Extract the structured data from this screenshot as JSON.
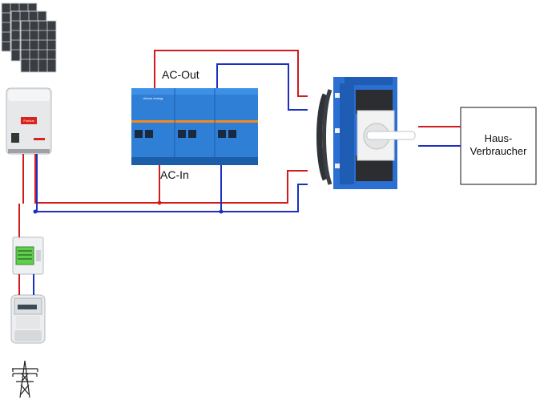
{
  "labels": {
    "ac_out": "AC-Out",
    "ac_in": "AC-In",
    "consumer_line1": "Haus-",
    "consumer_line2": "Verbraucher"
  },
  "components": {
    "inverter_brand": "Fronius",
    "victron_brand": "victron energy"
  },
  "colors": {
    "live": "#d01c1c",
    "neutral": "#1c2fc0",
    "victron_blue": "#2f7fd6",
    "switch_blue": "#2a6fd1"
  },
  "icons": [
    "solar-panel-icon",
    "pv-inverter-icon",
    "energy-meter-icon",
    "utility-meter-icon",
    "power-pylon-icon",
    "multiplus-inverter-icon",
    "transfer-switch-icon"
  ]
}
